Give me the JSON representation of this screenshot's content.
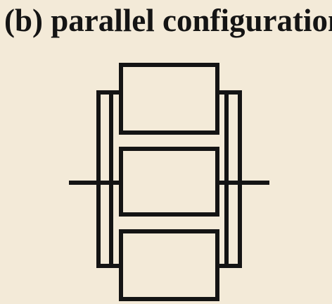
{
  "figure": {
    "title": "(b) parallel configuration",
    "blocks": [
      {
        "id": "block-1"
      },
      {
        "id": "block-2"
      },
      {
        "id": "block-3"
      }
    ]
  },
  "colors": {
    "background": "#f3ead8",
    "ink": "#141414"
  }
}
